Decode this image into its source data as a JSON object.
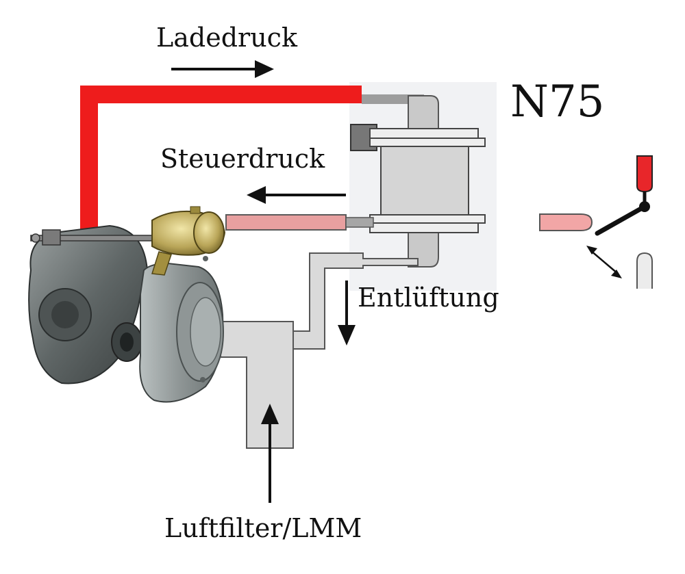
{
  "labels": {
    "ladedruck": "Ladedruck",
    "n75": "N75",
    "steuerdruck": "Steuerdruck",
    "entlueftung": "Entlüftung",
    "luftfilter": "Luftfilter/LMM"
  },
  "colors": {
    "boost_line": "#ee1c1c",
    "control_line": "#e8a0a0",
    "vent_line": "#dcdcdc",
    "valve_body": "#d8d8d8",
    "outline": "#4a4a4a",
    "arrow": "#111111"
  },
  "icons": [
    "turbocharger-image",
    "wastegate-actuator",
    "n75-solenoid-valve",
    "valve-switch-schematic"
  ]
}
